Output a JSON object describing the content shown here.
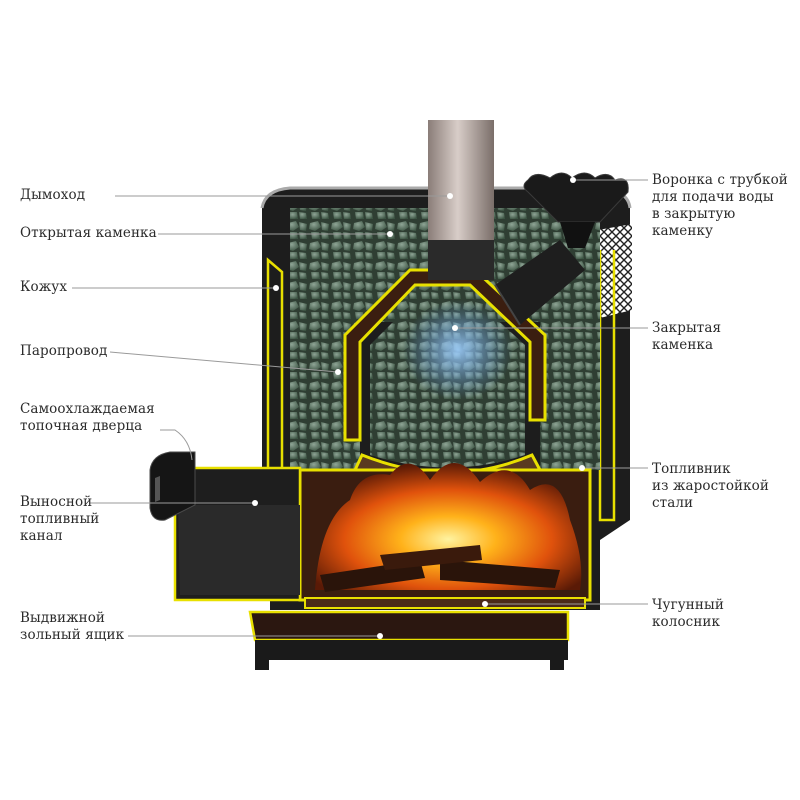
{
  "labels": {
    "chimney": "Дымоход",
    "open_stones": "Открытая каменка",
    "casing": "Кожух",
    "steam_pipe": "Паропровод",
    "door": "Самоохлаждаемая\nтопочная дверца",
    "fuel_channel": "Выносной\nтопливный\nканал",
    "ash_box": "Выдвижной\nзольный ящик",
    "funnel": "Воронка с трубкой\nдля подачи воды\nв закрытую\nкаменку",
    "closed_stones": "Закрытая\nкаменка",
    "firebox": "Топливник\nиз жаростойкой\nстали",
    "grate": "Чугунный\nколосник"
  },
  "colors": {
    "steel_outline": "#e8e000",
    "body": "#1d1d1d",
    "firebox_interior": "#3a1d10",
    "stone": "#4f6b55",
    "pipe": "#b8aaa4",
    "leader": "#9a9a9a"
  }
}
